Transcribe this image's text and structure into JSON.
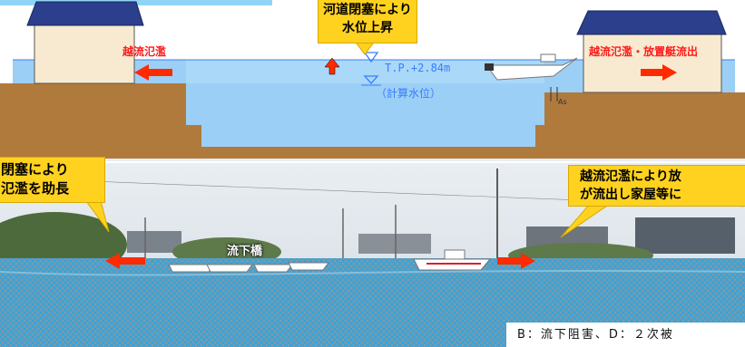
{
  "callout_top": {
    "line1": "河道閉塞により",
    "line2": "水位上昇"
  },
  "label_left_overflow": "越流氾濫",
  "label_right_overflow": "越流氾濫・放置艇流出",
  "water_level": {
    "value": "T.P.+2.84m",
    "note": "（計算水位）"
  },
  "label_as": "As",
  "callout_left": {
    "line1": "閉塞により",
    "line2": "氾濫を助長"
  },
  "callout_right": {
    "line1": "越流氾濫により放",
    "line2": "が流出し家屋等に"
  },
  "label_bridge": "流下橋",
  "legend_text": "B：流下阻害、D：２次被",
  "colors": {
    "soil": "#b07a3c",
    "water": "#9ccff5",
    "flood": "#2f9fe0",
    "callout": "#ffd21f",
    "arrow": "#ff2a00"
  }
}
